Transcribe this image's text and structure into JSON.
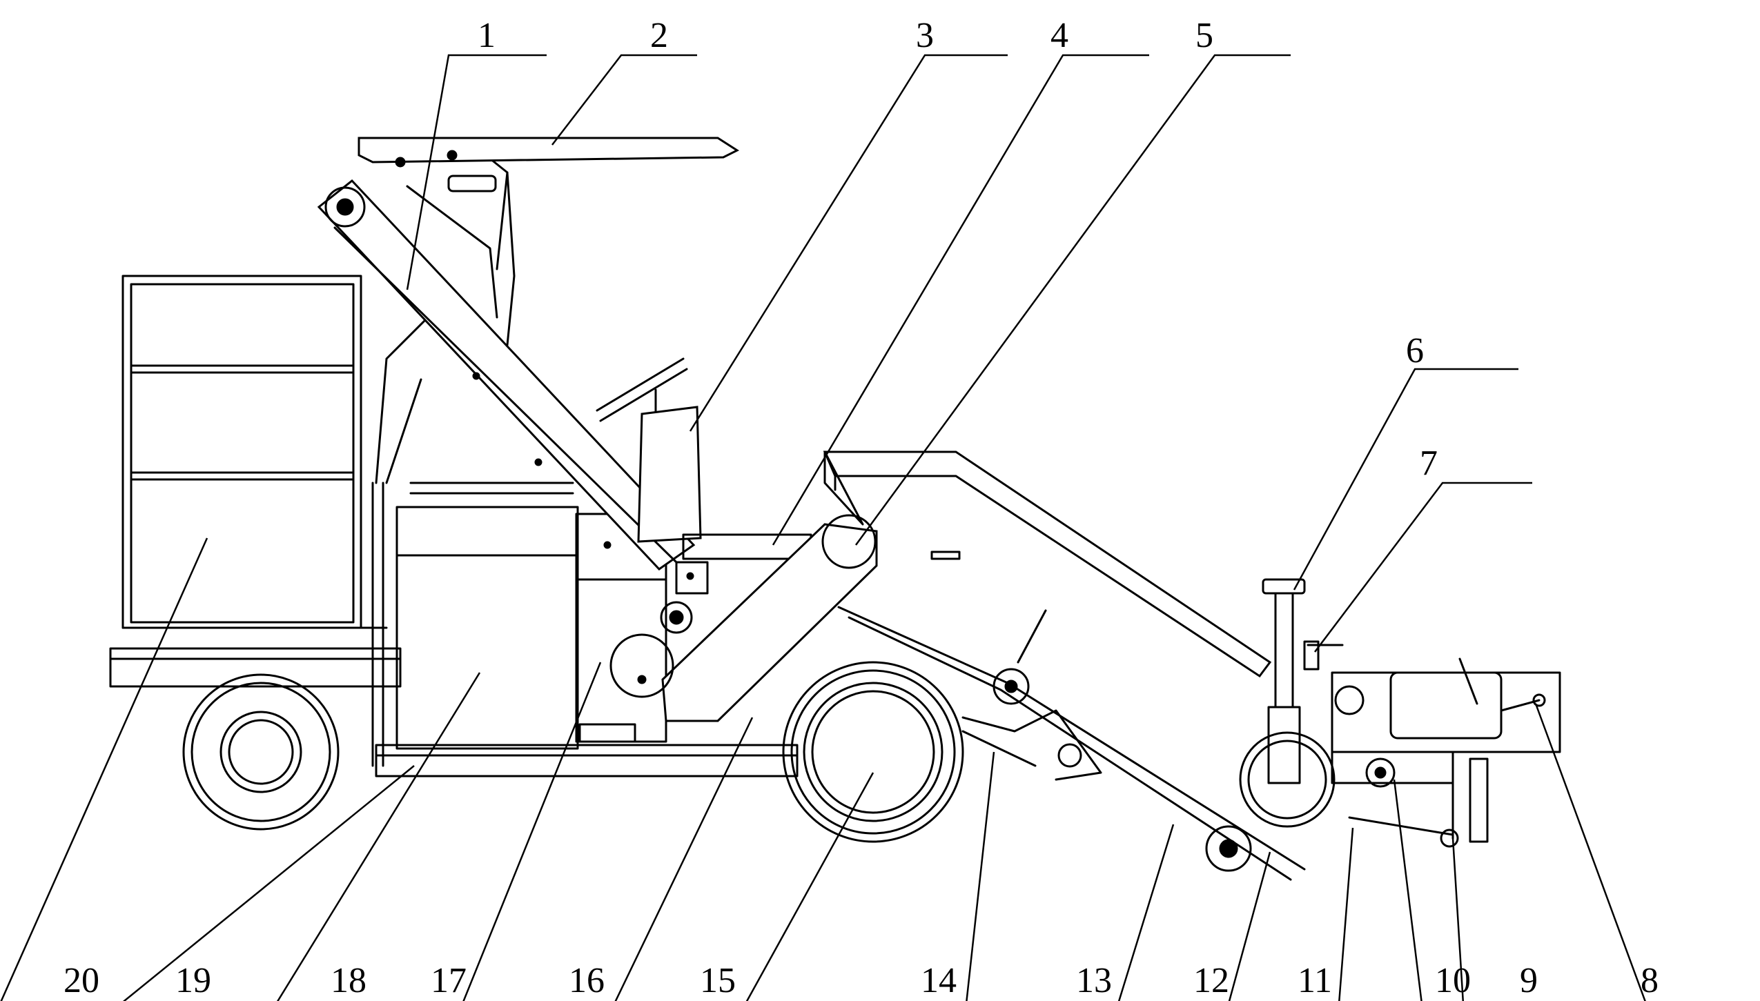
{
  "callouts": [
    {
      "id": 1,
      "label": "1"
    },
    {
      "id": 2,
      "label": "2"
    },
    {
      "id": 3,
      "label": "3"
    },
    {
      "id": 4,
      "label": "4"
    },
    {
      "id": 5,
      "label": "5"
    },
    {
      "id": 6,
      "label": "6"
    },
    {
      "id": 7,
      "label": "7"
    },
    {
      "id": 8,
      "label": "8"
    },
    {
      "id": 9,
      "label": "9"
    },
    {
      "id": 10,
      "label": "10"
    },
    {
      "id": 11,
      "label": "11"
    },
    {
      "id": 12,
      "label": "12"
    },
    {
      "id": 13,
      "label": "13"
    },
    {
      "id": 14,
      "label": "14"
    },
    {
      "id": 15,
      "label": "15"
    },
    {
      "id": 16,
      "label": "16"
    },
    {
      "id": 17,
      "label": "17"
    },
    {
      "id": 18,
      "label": "18"
    },
    {
      "id": 19,
      "label": "19"
    },
    {
      "id": 20,
      "label": "20"
    }
  ],
  "colors": {
    "line": "#000000",
    "background": "#ffffff"
  }
}
